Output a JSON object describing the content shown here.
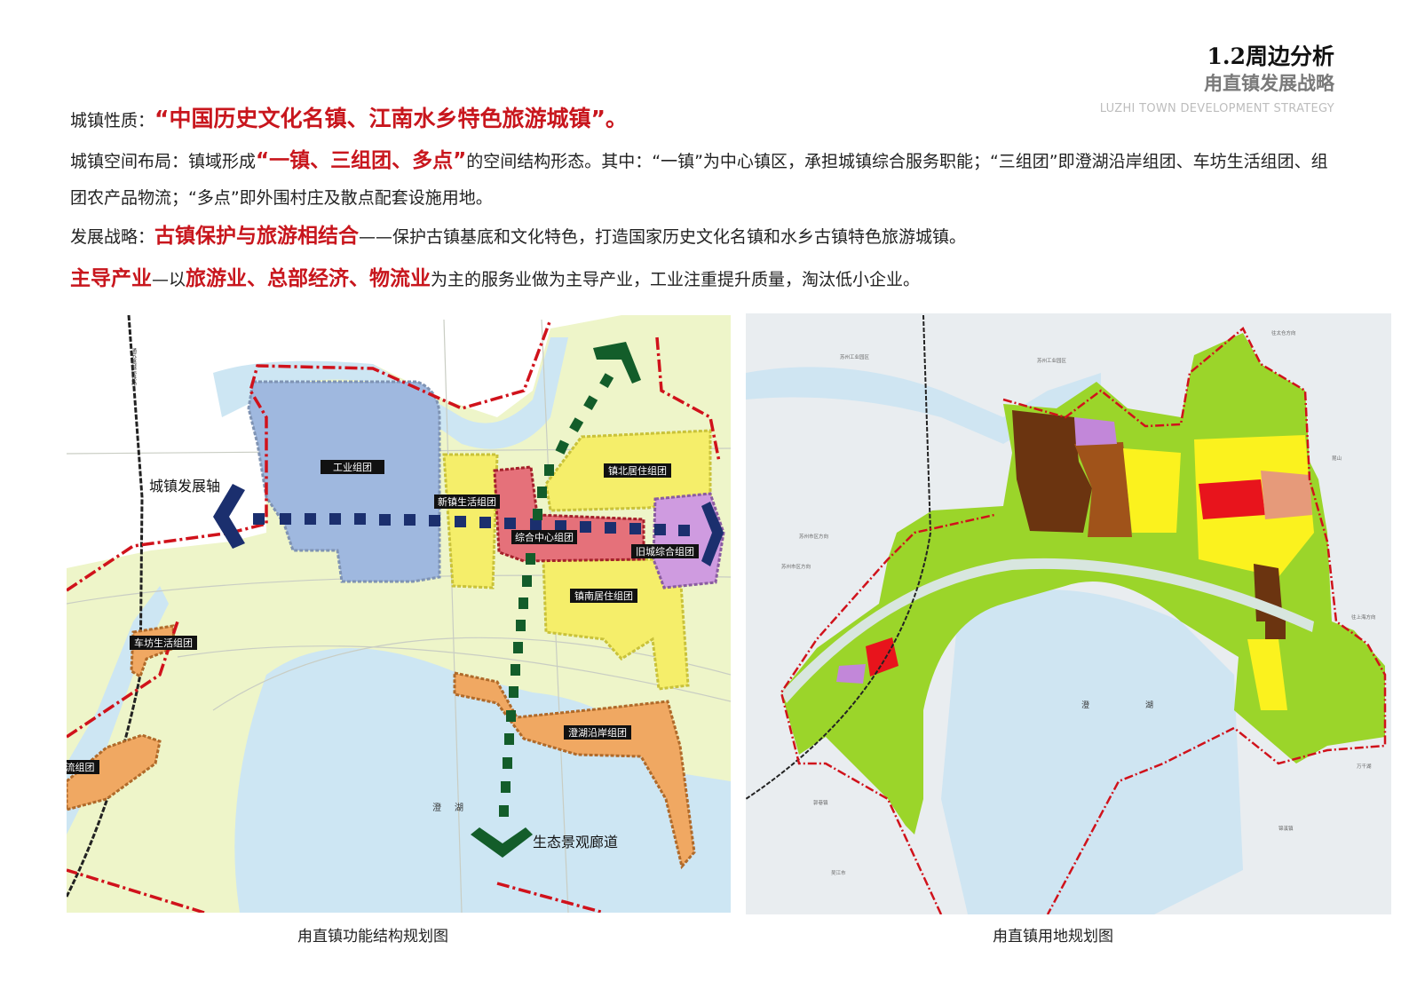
{
  "header": {
    "title": "1.2周边分析",
    "subtitle": "甪直镇发展战略",
    "english": "LUZHI TOWN DEVELOPMENT STRATEGY"
  },
  "paragraphs": {
    "nature": [
      "城镇性质：",
      "“中国历史文化名镇、江南水乡特色旅游城镇”。"
    ],
    "layout": [
      "城镇空间布局：镇域形成",
      "“一镇、三组团、多点”",
      "的空间结构形态。其中：“一镇”为中心镇区，承担城镇综合服务职能；“三组团”即澄湖沿岸组团、车坊生活组团、组团农产品物流；“多点”即外围村庄及散点配套设施用地。"
    ],
    "strategy": [
      "发展战略：",
      "古镇保护与旅游相结合",
      "——保护古镇基底和文化特色，打造国家历史文化名镇和水乡古镇特色旅游城镇。"
    ],
    "industry": [
      "主导产业",
      "—以",
      "旅游业、总部经济、物流业",
      "为主的服务业做为主导产业，工业注重提升质量，淘汰低小企业。"
    ]
  },
  "left_map": {
    "caption": "甪直镇功能结构规划图",
    "labels": {
      "industrial": "工业组团",
      "xinzhen": "新镇生活组团",
      "center": "综合中心组团",
      "north": "镇北居住组团",
      "oldtown": "旧城综合组团",
      "south": "镇南居住组团",
      "chenghu_shore": "澄湖沿岸组团",
      "chefang": "车坊生活组团",
      "logistics": "农产品物流组团",
      "axis": "城镇发展轴",
      "corridor": "生态景观廊道",
      "lake1": "澄",
      "lake2": "湖",
      "railway": "通苏嘉城际铁路"
    },
    "colors": {
      "industrial": "#9fb8df",
      "residential": "#f5ee6a",
      "center": "#e5717a",
      "oldtown": "#cf9be0",
      "orange": "#f0a862",
      "boundary": "#d0121b",
      "axis": "#1b2f6e",
      "corridor": "#135d2a"
    }
  },
  "right_map": {
    "caption": "甪直镇用地规划图",
    "labels": {
      "lake1": "澄",
      "lake2": "湖",
      "sip1": "苏州工业园区",
      "sip2": "苏州工业园区",
      "dir1": "苏州市区方向",
      "dir2": "苏州市区方向",
      "taicang": "往太仓方向",
      "kunshan": "昆山",
      "shanghai": "往上海方向",
      "wanqianhu": "万千湖",
      "jinxi": "锦溪镇",
      "guoxiang": "郭巷镇",
      "wujiang": "吴江市"
    },
    "colors": {
      "green": "#9bd52a",
      "industrial_dark": "#6b3410",
      "industrial": "#a0531a",
      "residential": "#fbf21e",
      "commercial": "#e8141c",
      "boundary": "#d0121b"
    }
  }
}
